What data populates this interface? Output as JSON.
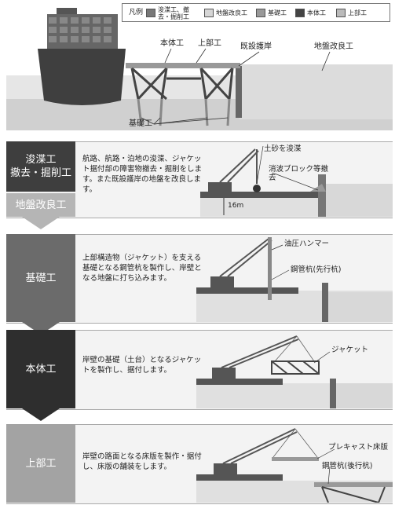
{
  "legend": {
    "title": "凡例",
    "items": [
      {
        "label": "浚渫工、撤去・掘削工",
        "color": "#777777"
      },
      {
        "label": "地盤改良工",
        "color": "#d6d6d6"
      },
      {
        "label": "基礎工",
        "color": "#999999"
      },
      {
        "label": "本体工",
        "color": "#444444"
      },
      {
        "label": "上部工",
        "color": "#bbbbbb"
      }
    ]
  },
  "overview": {
    "label_hontai": "本体工",
    "label_jobu": "上部工",
    "label_kisetsu": "既設護岸",
    "label_jiban": "地盤改良工",
    "label_kiso": "基礎工"
  },
  "steps": [
    {
      "title_line1": "浚渫工",
      "title_line2": "撤去・掘削工",
      "sub_title": "地盤改良工",
      "description": "航路、航路・泊地の浚渫、ジャケット据付部の障害物撤去・掘削をします。また既設護岸の地盤を改良します。",
      "callouts": [
        "土砂を浚渫",
        "消波ブロック等撤去",
        "16m"
      ]
    },
    {
      "title": "基礎工",
      "description": "上部構造物（ジャケット）を支える基礎となる鋼管杭を製作し、岸壁となる地盤に打ち込みます。",
      "callouts": [
        "油圧ハンマー",
        "鋼管杭(先行杭)"
      ]
    },
    {
      "title": "本体工",
      "description": "岸壁の基礎（土台）となるジャケットを製作し、据付します。",
      "callouts": [
        "ジャケット"
      ]
    },
    {
      "title": "上部工",
      "description": "岸壁の路面となる床版を製作・据付し、床版の舗装をします。",
      "callouts": [
        "プレキャスト床版",
        "鋼管杭(後行杭)"
      ]
    }
  ],
  "colors": {
    "step_dark": "#3a3a3a",
    "step_mid": "#6e6e6e",
    "step_light": "#a8a8a8"
  }
}
